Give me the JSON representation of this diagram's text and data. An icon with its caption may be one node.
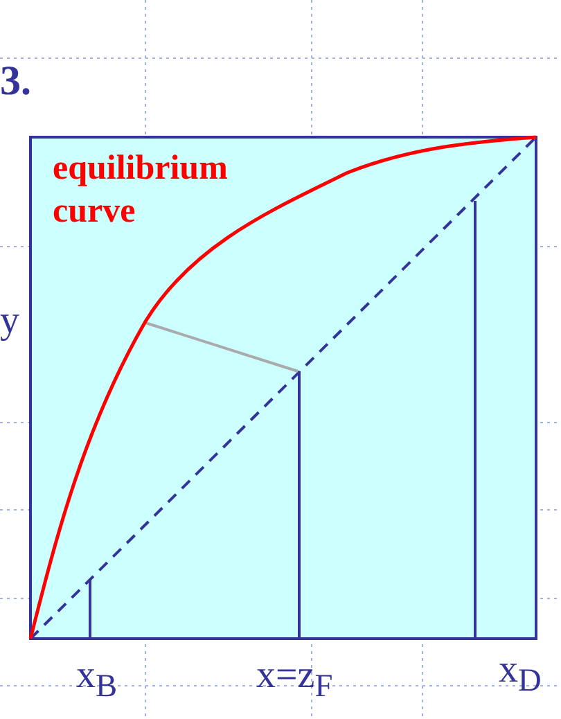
{
  "diagram": {
    "labels": [
      "3.",
      "equilibrium curve",
      "y",
      "x$_{B}$",
      "x=z$_{F}$",
      "x$_{D}$"
    ]
  }
}
